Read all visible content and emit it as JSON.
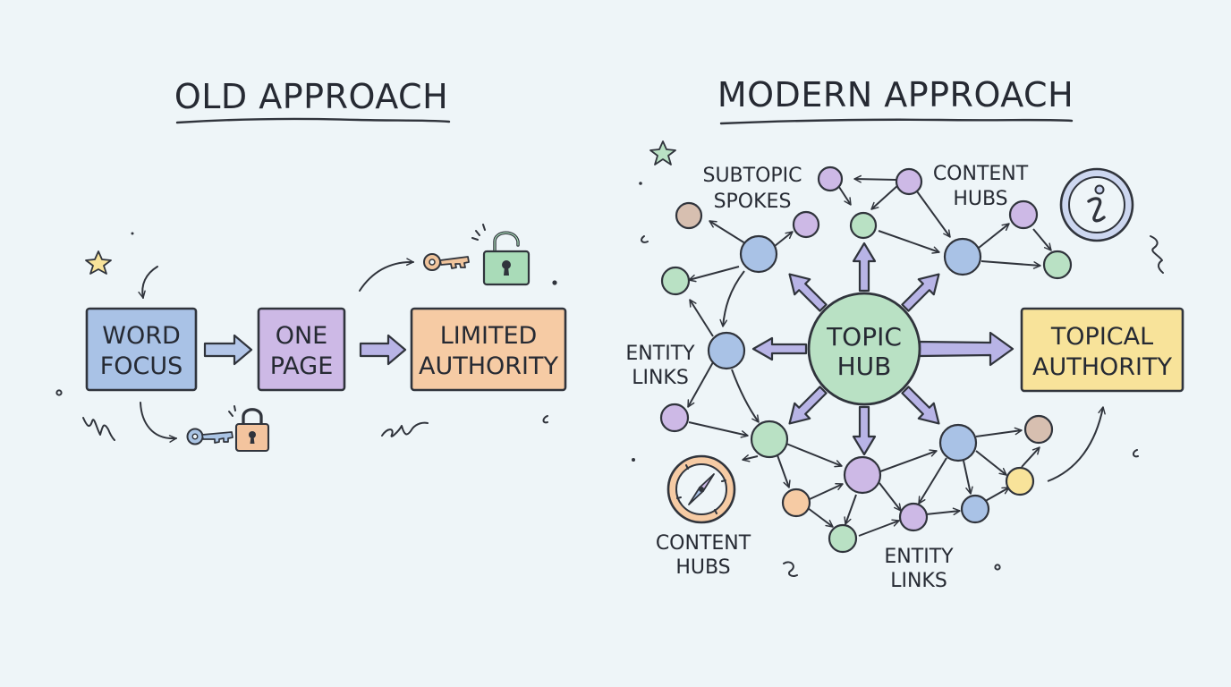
{
  "colors": {
    "background": "#eef5f8",
    "ink": "#30343c",
    "blue": "#a9c2e6",
    "purple": "#cdb9e6",
    "orange": "#f6cba4",
    "green": "#b9e1c4",
    "yellow": "#f8e39a",
    "tan": "#d7bfb0",
    "arrow_blue": "#b3c6e8",
    "arrow_purple": "#b8b4e6",
    "lock_green": "#a9dbb8",
    "lock_orange": "#f3c49e",
    "key_orange": "#f0c49c",
    "key_blue": "#aac4e4"
  },
  "old": {
    "title": "OLD APPROACH",
    "boxes": [
      {
        "line1": "WORD",
        "line2": "FOCUS"
      },
      {
        "line1": "ONE",
        "line2": "PAGE"
      },
      {
        "line1": "LIMITED",
        "line2": "AUTHORITY"
      }
    ]
  },
  "modern": {
    "title": "MODERN APPROACH",
    "hub": {
      "line1": "TOPIC",
      "line2": "HUB"
    },
    "result": {
      "line1": "TOPICAL",
      "line2": "AUTHORITY"
    },
    "labels": {
      "subtopic_1": "SUBTOPIC",
      "subtopic_2": "SPOKES",
      "hubs_top_1": "CONTENT",
      "hubs_top_2": "HUBS",
      "entity_left_1": "ENTITY",
      "entity_left_2": "LINKS",
      "hubs_bottom_1": "CONTENT",
      "hubs_bottom_2": "HUBS",
      "entity_bottom_1": "ENTITY",
      "entity_bottom_2": "LINKS"
    }
  },
  "icons": [
    "star-icon",
    "key-icon",
    "lock-icon",
    "compass-icon",
    "info-icon"
  ]
}
